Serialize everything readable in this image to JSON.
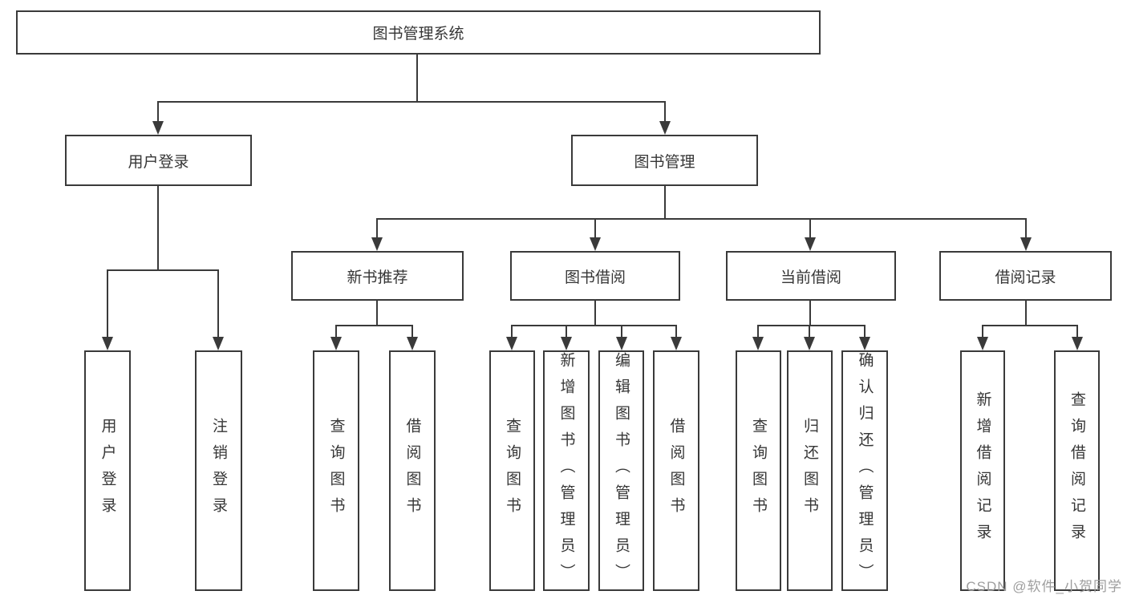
{
  "diagram": {
    "root": "图书管理系统",
    "level2": {
      "user_login": "用户登录",
      "book_management": "图书管理"
    },
    "level3": {
      "new_book_recommend": "新书推荐",
      "book_borrow": "图书借阅",
      "current_borrow": "当前借阅",
      "borrow_records": "借阅记录"
    },
    "leaves": {
      "user_login": "用户登录",
      "logout_login": "注销登录",
      "query_books": "查询图书",
      "borrow_books": "借阅图书",
      "add_books_admin": "新增图书（管理员）",
      "edit_books_admin": "编辑图书（管理员）",
      "return_books": "归还图书",
      "confirm_return_admin": "确认归还（管理员）",
      "add_borrow_record": "新增借阅记录",
      "query_borrow_record": "查询借阅记录"
    }
  },
  "watermark": {
    "text": "CSDN @软件_小贺同学"
  },
  "colors": {
    "line": "#3a3a3a",
    "text": "#363636",
    "watermark": "#9e9e9e",
    "background": "#ffffff"
  }
}
